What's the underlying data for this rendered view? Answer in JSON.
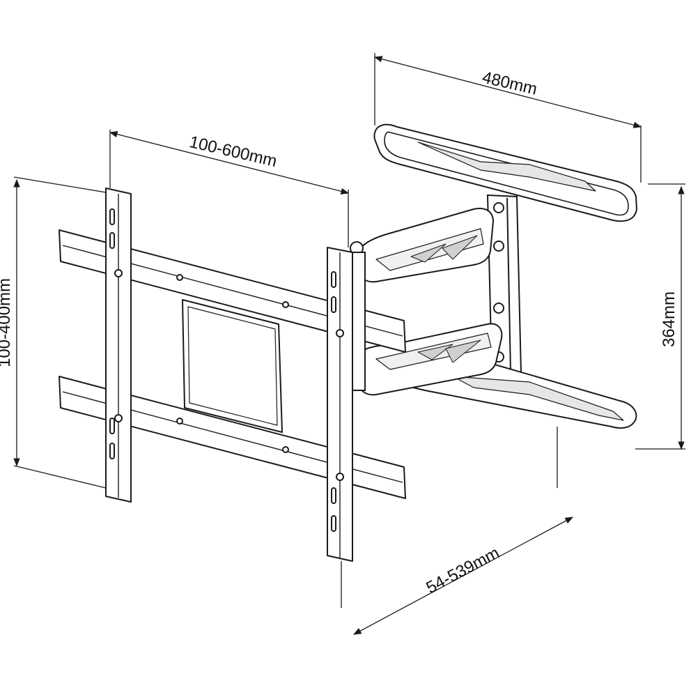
{
  "dimensions": {
    "wall_plate_width": "480mm",
    "wall_plate_height": "364mm",
    "vesa_horizontal": "100-600mm",
    "vesa_vertical": "100-400mm",
    "extension": "54-539mm"
  },
  "colors": {
    "line": "#1a1a1a",
    "ink": "#111111",
    "shade": "#b8b8b8",
    "background": "#ffffff"
  }
}
